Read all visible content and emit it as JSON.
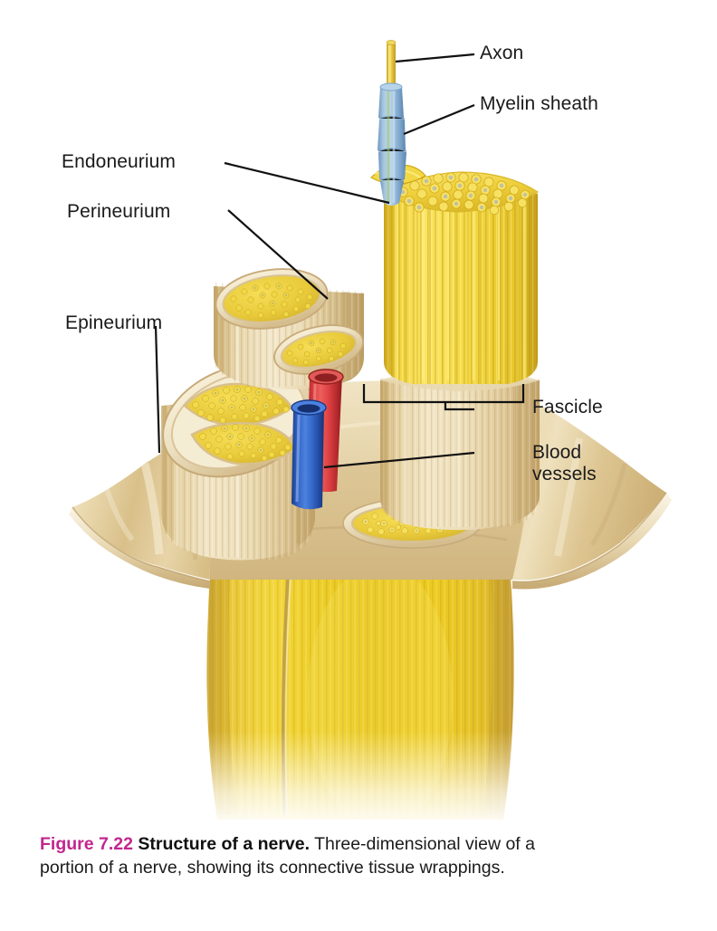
{
  "figure": {
    "number": "Figure 7.22",
    "title": "Structure of a nerve.",
    "description": "Three-dimensional view of a portion of a nerve, showing its connective tissue wrappings.",
    "number_color": "#c2268e"
  },
  "labels": {
    "axon": "Axon",
    "myelin_sheath": "Myelin sheath",
    "endoneurium": "Endoneurium",
    "perineurium": "Perineurium",
    "epineurium": "Epineurium",
    "fascicle": "Fascicle",
    "blood_vessels_line1": "Blood",
    "blood_vessels_line2": "vessels"
  },
  "colors": {
    "axon_fiber": "#e8c33a",
    "myelin_sheath": "#8fb4d6",
    "fascicle_fiber": "#f2d23f",
    "perineurium_sheath": "#efe3c4",
    "epineurium": "#e6d4ab",
    "nerve_trunk": "#e8c21f",
    "artery": "#d8383a",
    "vein": "#2f5fc0",
    "leader_line": "#111111",
    "background": "#ffffff"
  },
  "structures": [
    {
      "name": "axon",
      "label": "Axon",
      "description": "Single yellow nerve fiber projecting above the top fascicle"
    },
    {
      "name": "myelin-sheath",
      "label": "Myelin sheath",
      "description": "Blue-gray segmented covering around the axon"
    },
    {
      "name": "endoneurium",
      "label": "Endoneurium",
      "description": "Delicate wrapping around each individual nerve fiber"
    },
    {
      "name": "perineurium",
      "label": "Perineurium",
      "description": "Pale sheath binding nerve fibers into a fascicle"
    },
    {
      "name": "epineurium",
      "label": "Epineurium",
      "description": "Outer tan connective tissue sheet enclosing the whole nerve"
    },
    {
      "name": "fascicle",
      "label": "Fascicle",
      "description": "Bundle of nerve fibers wrapped by perineurium"
    },
    {
      "name": "blood-vessels",
      "label": "Blood vessels",
      "description": "Red artery and blue vein running within the epineurium"
    }
  ]
}
